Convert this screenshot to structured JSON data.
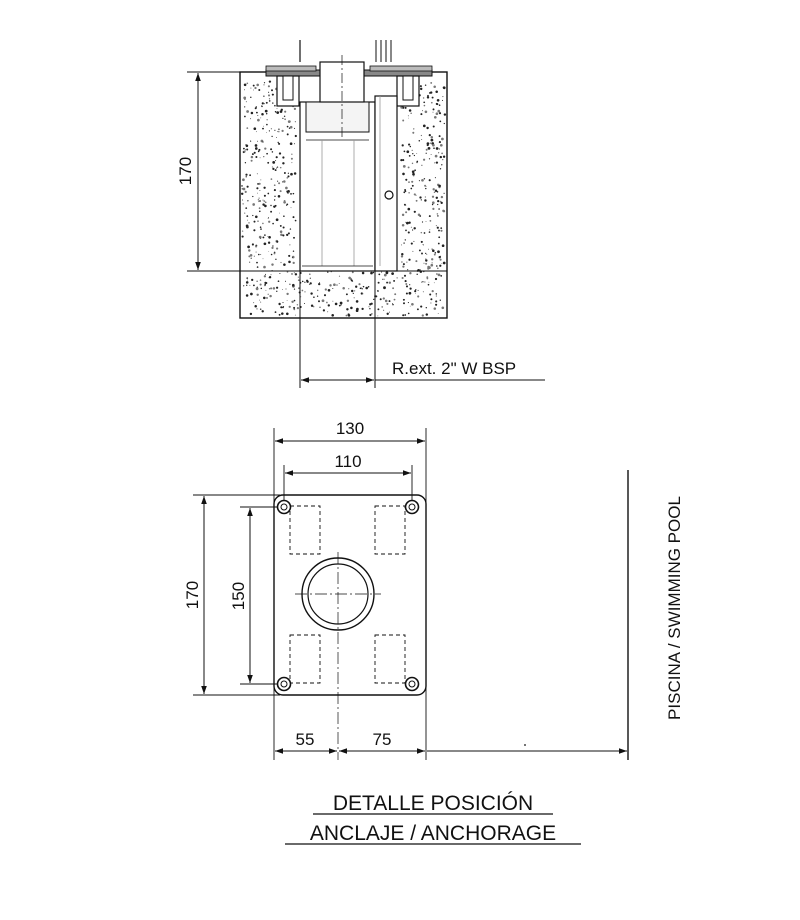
{
  "section_view": {
    "height_dimension": "170",
    "thread_callout": "R.ext. 2\" W BSP"
  },
  "plan_view": {
    "width_outer": "130",
    "width_holes": "110",
    "height_outer": "170",
    "height_holes": "150",
    "offset_left": "55",
    "offset_right": "75"
  },
  "pool_label": "PISCINA / SWIMMING POOL",
  "title": {
    "line1": "DETALLE POSICIÓN",
    "line2": "ANCLAJE / ANCHORAGE"
  }
}
